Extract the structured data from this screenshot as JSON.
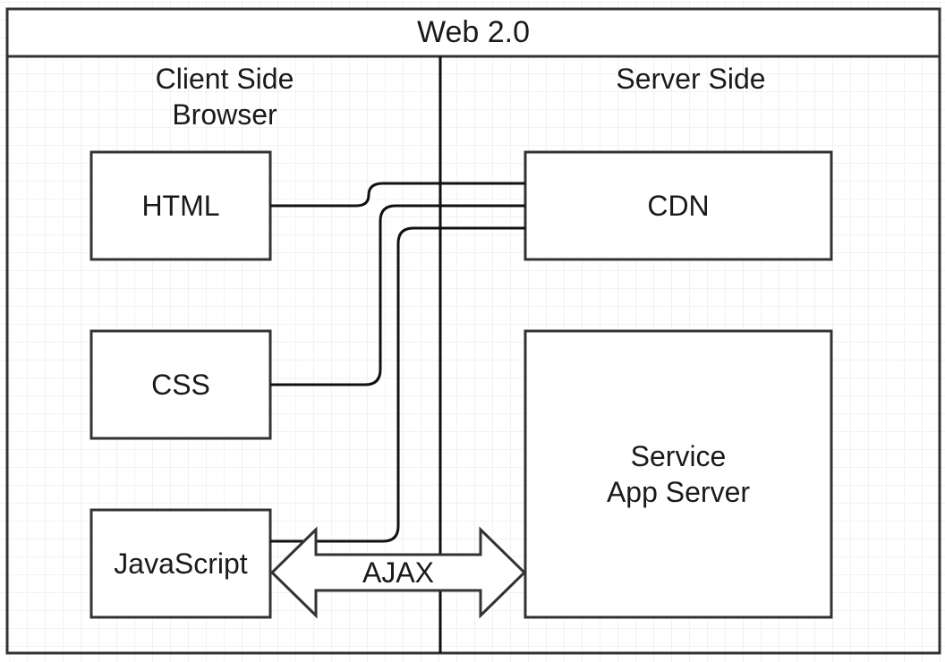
{
  "diagram": {
    "title": "Web 2.0",
    "lanes": {
      "client": {
        "heading_line1": "Client Side",
        "heading_line2": "Browser"
      },
      "server": {
        "heading": "Server Side"
      }
    },
    "nodes": {
      "html": "HTML",
      "css": "CSS",
      "javascript": "JavaScript",
      "cdn": "CDN",
      "app_server_line1": "Service",
      "app_server_line2": "App Server"
    },
    "edges": {
      "ajax_label": "AJAX"
    },
    "colors": {
      "stroke": "#333333",
      "grid": "#e3e3ee",
      "background": "#ffffff"
    }
  }
}
